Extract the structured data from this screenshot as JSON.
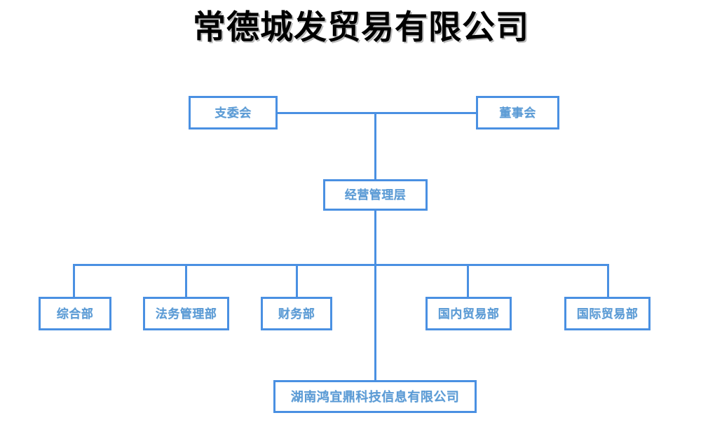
{
  "page": {
    "title": "常德城发贸易有限公司",
    "kind": "organization-chart"
  },
  "theme": {
    "box_border_color": "#4a90e2",
    "connector_color": "#4a90e2",
    "node_text_color": "#5b9bd5",
    "title_text_color": "#000000",
    "background_color": "#ffffff"
  },
  "nodes": {
    "party_committee": {
      "label": "支委会"
    },
    "board_of_directors": {
      "label": "董事会"
    },
    "management": {
      "label": "经营管理层"
    },
    "departments": [
      {
        "label": "综合部"
      },
      {
        "label": "法务管理部"
      },
      {
        "label": "财务部"
      },
      {
        "label": "国内贸易部"
      },
      {
        "label": "国际贸易部"
      }
    ],
    "subsidiary": {
      "label": "湖南鸿宜鼎科技信息有限公司"
    }
  }
}
